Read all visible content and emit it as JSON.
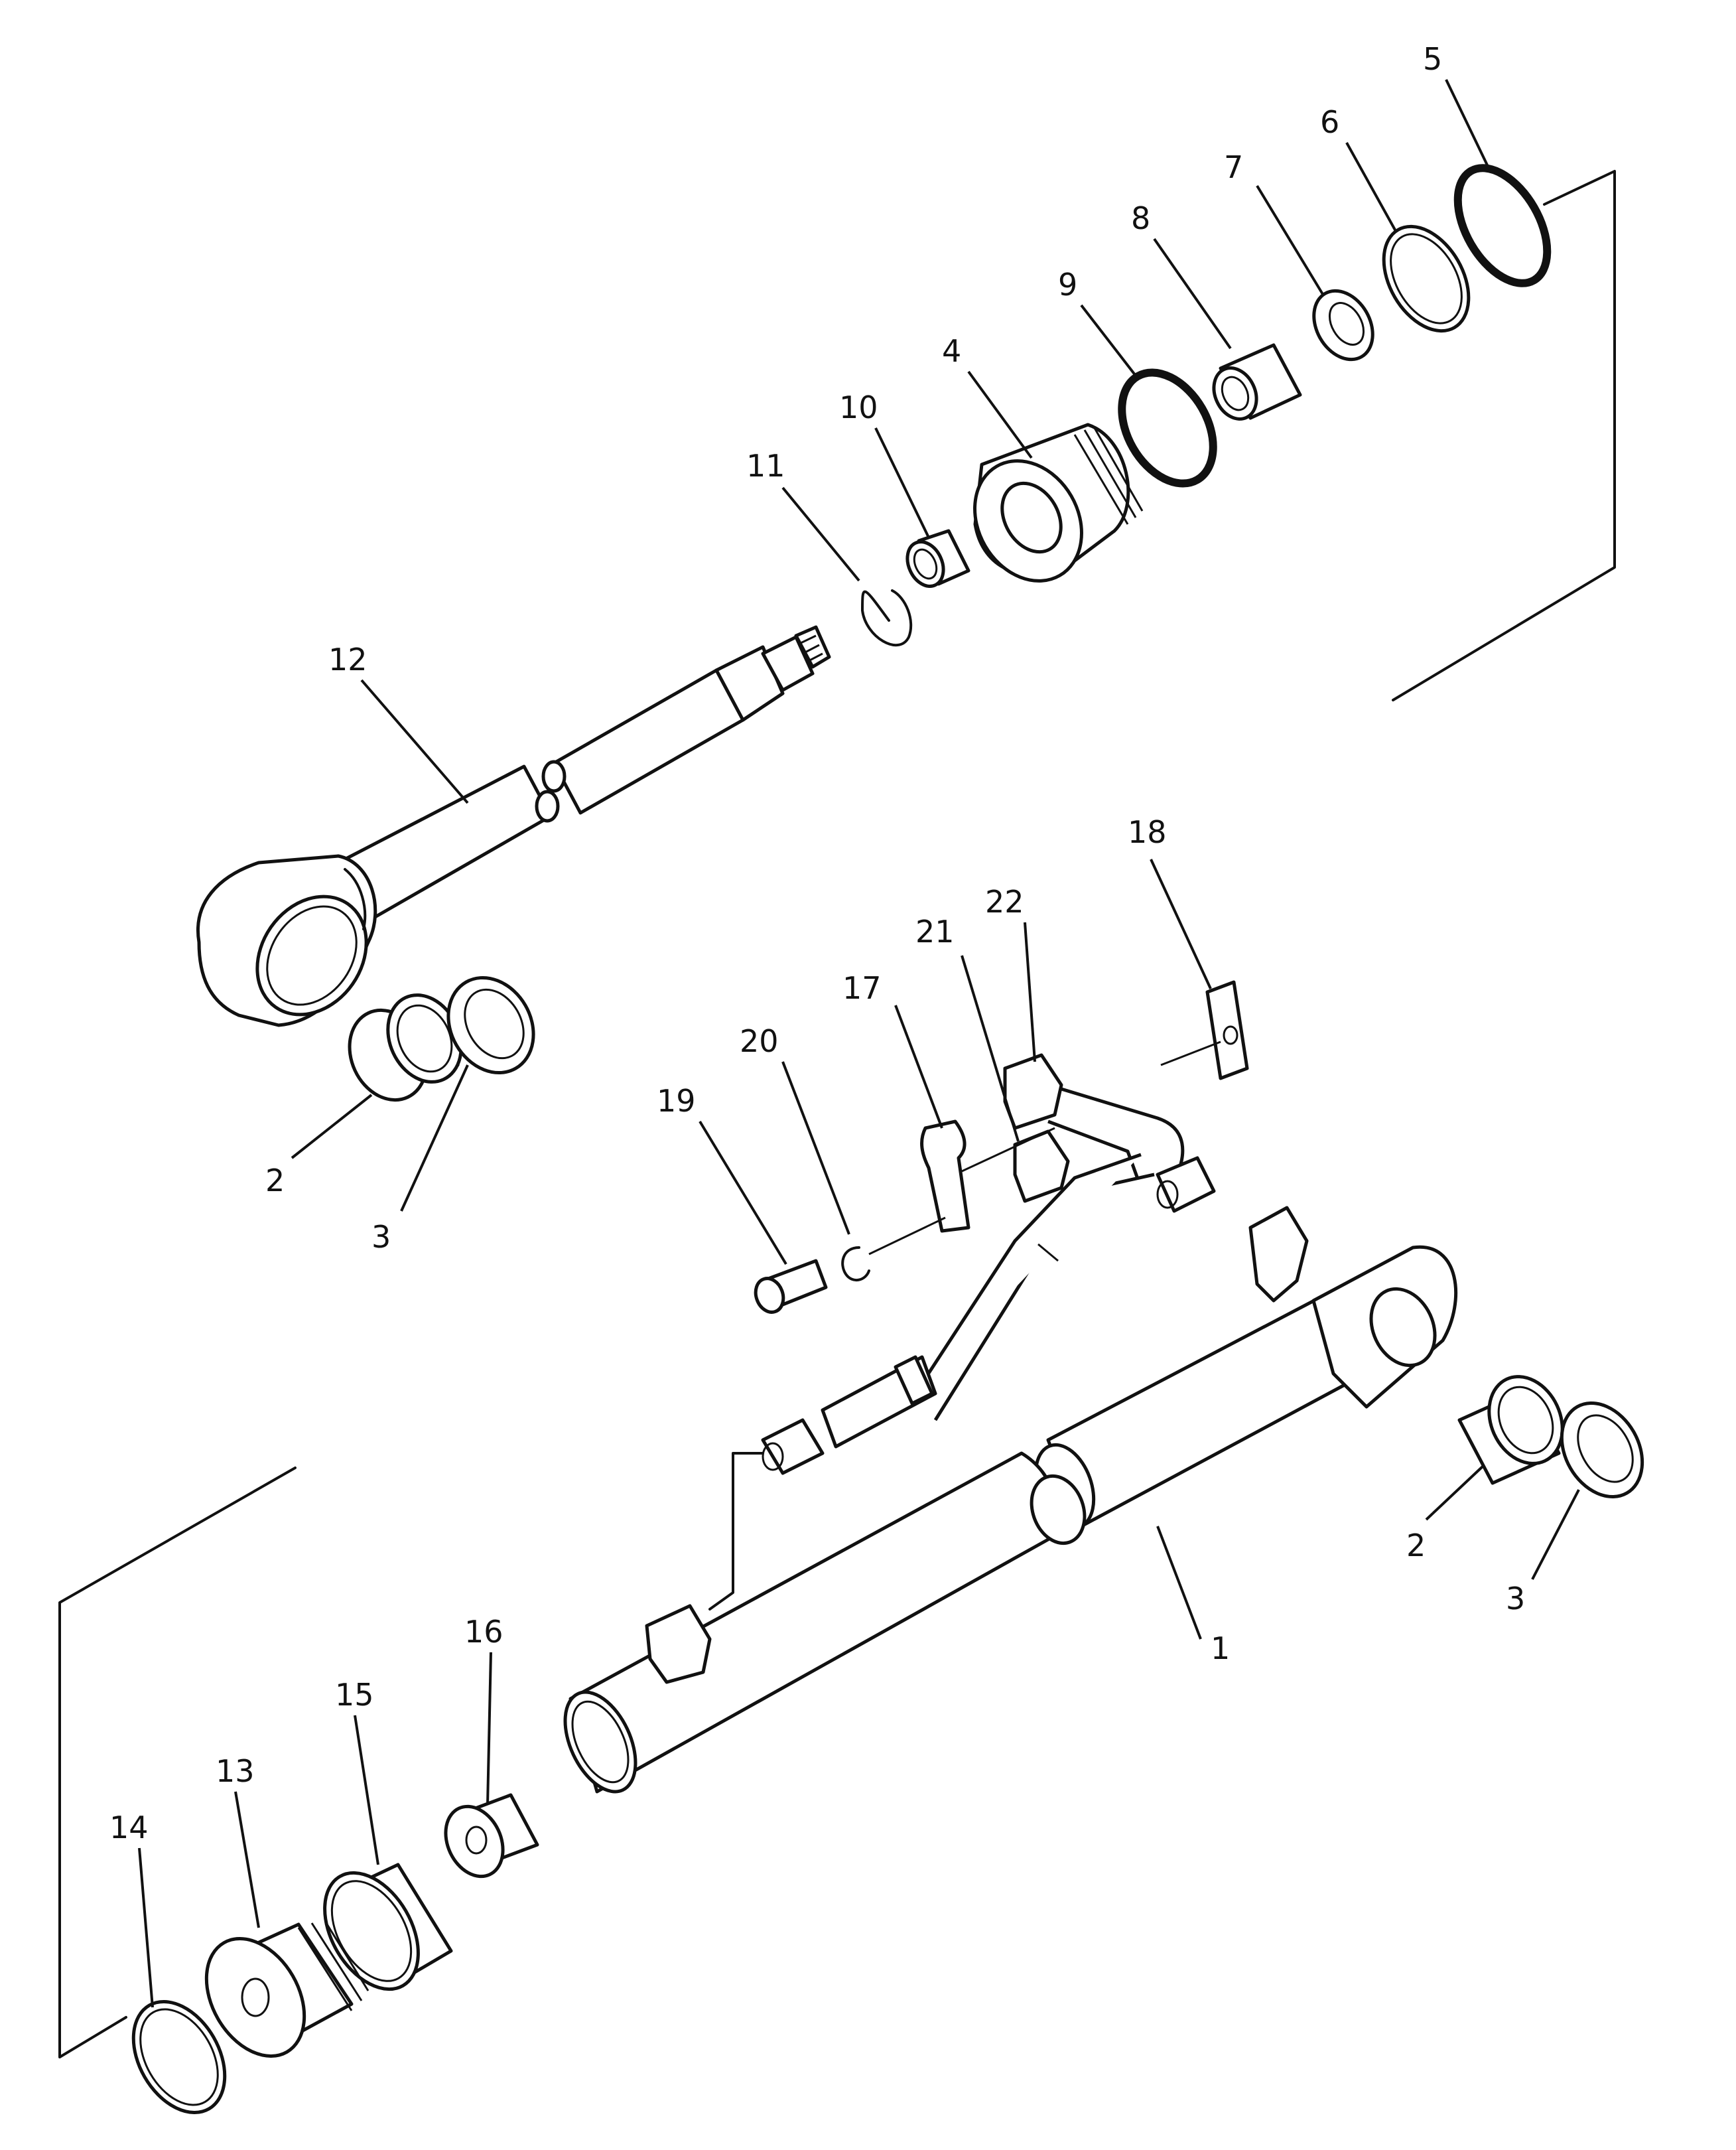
{
  "callouts": [
    {
      "id": "c1",
      "label": "1"
    },
    {
      "id": "c2a",
      "label": "2"
    },
    {
      "id": "c2b",
      "label": "2"
    },
    {
      "id": "c3a",
      "label": "3"
    },
    {
      "id": "c3b",
      "label": "3"
    },
    {
      "id": "c4",
      "label": "4"
    },
    {
      "id": "c5",
      "label": "5"
    },
    {
      "id": "c6",
      "label": "6"
    },
    {
      "id": "c7",
      "label": "7"
    },
    {
      "id": "c8",
      "label": "8"
    },
    {
      "id": "c9",
      "label": "9"
    },
    {
      "id": "c10",
      "label": "10"
    },
    {
      "id": "c11",
      "label": "11"
    },
    {
      "id": "c12",
      "label": "12"
    },
    {
      "id": "c13",
      "label": "13"
    },
    {
      "id": "c14",
      "label": "14"
    },
    {
      "id": "c15",
      "label": "15"
    },
    {
      "id": "c16",
      "label": "16"
    },
    {
      "id": "c17",
      "label": "17"
    },
    {
      "id": "c18",
      "label": "18"
    },
    {
      "id": "c19",
      "label": "19"
    },
    {
      "id": "c20",
      "label": "20"
    },
    {
      "id": "c21",
      "label": "21"
    },
    {
      "id": "c22",
      "label": "22"
    }
  ]
}
